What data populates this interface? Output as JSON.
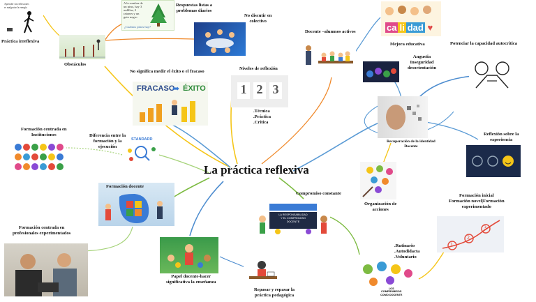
{
  "center": {
    "title": "La práctica reflexiva"
  },
  "nodes": {
    "practica_irreflexiva": "Práctica irreflexiva",
    "obstaculos": "Obstáculos",
    "respuestas": [
      "Respuestas listas a",
      "problemas diarios"
    ],
    "no_discutir": [
      "No discutir en",
      "colectivo"
    ],
    "no_significa": "No significa medir el éxito o el fracaso",
    "niveles": "Niveles de reflexión",
    "niveles_list": [
      ".Técnica",
      ".Práctica",
      ".Crítica"
    ],
    "docente_alumnos": "Docente –alumnos activos",
    "mejora": "Mejora educativa",
    "potenciar": "Potenciar la capacidad autocrítica",
    "angustia": [
      "Angustia",
      "Inseguridad",
      "desorientación"
    ],
    "recuperacion": [
      "Recuperación de la identidad",
      "Docente"
    ],
    "reflexion_exp": [
      "Reflexión sobre la",
      "experiencia"
    ],
    "formacion_instituciones": [
      "Formación centrada en",
      "Instituciones"
    ],
    "diferencia": [
      "Diferencia entre la",
      "formación y la",
      "ejecución"
    ],
    "formacion_docente": "Formación docente",
    "organizacion": [
      "Organización de",
      "acciones"
    ],
    "compromiso": "Compromiso constante",
    "formacion_inicial": [
      "Formación inicial",
      "Formación novel|Formación",
      "experimentado"
    ],
    "formacion_prof": [
      "Formación centrada en",
      "profesionales experimentados"
    ],
    "papel_docente": [
      "Papel docente-hacer",
      "significativa la enseñanza"
    ],
    "repasar": [
      "Repasar y repasar la",
      "práctica pedagógica"
    ],
    "rutinario": [
      ".Rutinario",
      ".Autodidacta",
      ".Voluntario"
    ]
  },
  "image_texts": {
    "walker_caption": [
      "Aprender sin reflexiones",
      "es malgastar la energía"
    ],
    "tree_text": [
      "A la sombra de",
      "un pino, hay 3",
      "ardillas, 2",
      "ratones y un",
      "gato negro"
    ],
    "tree_question": "¿Cuántos pinos hay?",
    "calidad": [
      "ca",
      "li",
      "dad"
    ],
    "fracaso": "FRACASO",
    "exito": "ÉXITO",
    "standard": "STANDARD",
    "niveles_digits": [
      "1",
      "2",
      "3"
    ],
    "compromiso_banner": [
      "LA RESPONSABILIDAD",
      "Y EL COMPROMISO",
      "DOCENTE"
    ],
    "steps": [
      "1",
      "2",
      "3"
    ],
    "rutinario_caption": [
      "LOS",
      "COMPROMISOS",
      "COMO DOCENTE"
    ]
  },
  "colors": {
    "orange": "#f08a2c",
    "yellow": "#f5c518",
    "blue": "#5b9bd5",
    "green": "#7dbb42",
    "lightgreen": "#a6d37a",
    "steelblue": "#4f8ed0"
  }
}
